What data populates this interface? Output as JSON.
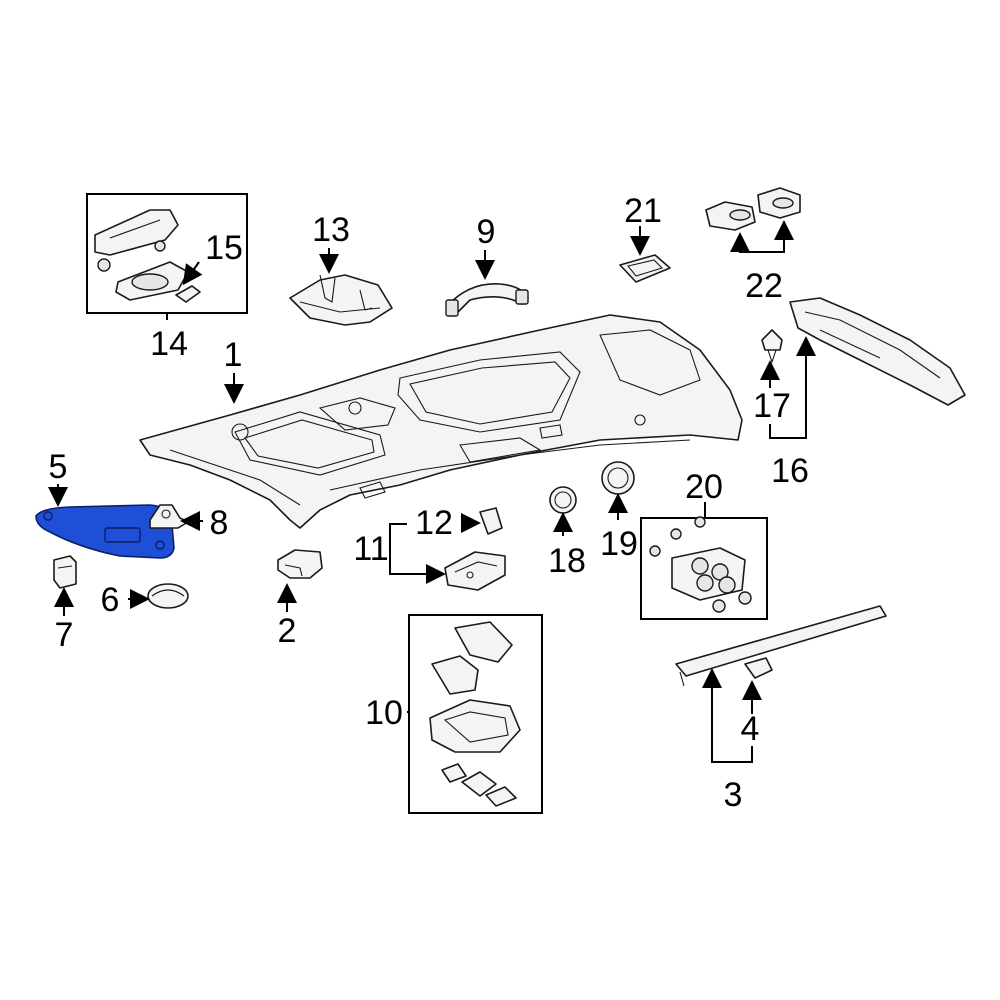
{
  "diagram": {
    "highlight_color": "#1f4fd6",
    "highlighted_part": "5",
    "callouts": {
      "c1": "1",
      "c2": "2",
      "c3": "3",
      "c4": "4",
      "c5": "5",
      "c6": "6",
      "c7": "7",
      "c8": "8",
      "c9": "9",
      "c10": "10",
      "c11": "11",
      "c12": "12",
      "c13": "13",
      "c14": "14",
      "c15": "15",
      "c16": "16",
      "c17": "17",
      "c18": "18",
      "c19": "19",
      "c20": "20",
      "c21": "21",
      "c22": "22"
    }
  }
}
